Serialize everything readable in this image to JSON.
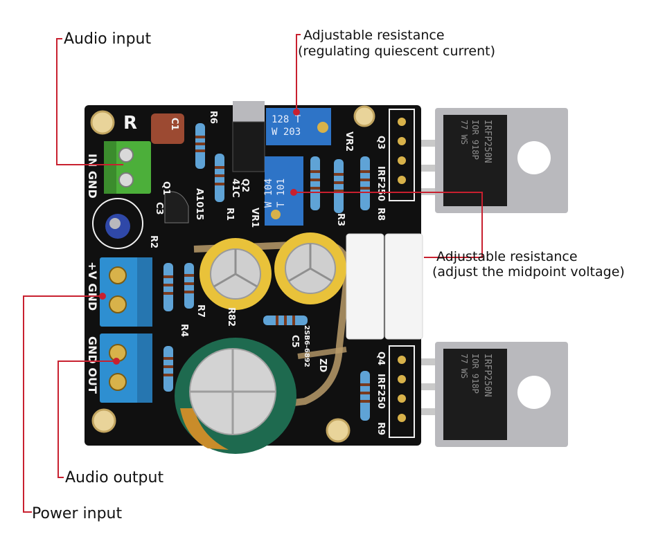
{
  "colors": {
    "callout_line": "#c8202f",
    "pcb": "#101010",
    "silkscreen": "#f2f2f2",
    "terminal_blue": "#2e8fd1",
    "terminal_green": "#4caf3a",
    "transistor_metal": "#b9b9bd",
    "cap_yellow": "#e9c23a",
    "cap_green": "#1e6a4f"
  },
  "callouts": {
    "audio_input": "Audio input",
    "quiescent_title": "Adjustable resistance",
    "quiescent_note": "(regulating quiescent current)",
    "midpoint_title": "Adjustable resistance",
    "midpoint_note": "(adjust the midpoint voltage)",
    "audio_output": "Audio output",
    "power_input": "Power input"
  },
  "board": {
    "silk": {
      "r_channel": "R",
      "in_gnd": "IN GND",
      "power_terminal": "+V GND",
      "output_terminal": "GND OUT",
      "r6": "R6",
      "c1": "C1",
      "c3": "C3",
      "q1": "Q1",
      "a1015": "A1015",
      "r1": "R1",
      "r2": "R2",
      "q2": "Q2",
      "q2_part": "41C",
      "vr1": "VR1",
      "vr2": "VR2",
      "r3": "R3",
      "r8": "R8",
      "q3": "Q3",
      "irf_top": "IRF250",
      "q4": "Q4",
      "irf_bottom": "IRF250",
      "r9": "R9",
      "r7": "R7",
      "r4": "R4",
      "r82": "R82",
      "c5": "C5",
      "zd": "ZD",
      "board_code": "2SB6-6892"
    },
    "trimmer_top": {
      "line1": "128 T",
      "line2": "W 203"
    },
    "trimmer_mid": {
      "line1": "W 104",
      "line2": "T 101"
    },
    "mosfet_top": {
      "line1": "IRFP250N",
      "line2": "IOR 918P",
      "line3": "77 WS"
    },
    "mosfet_bottom": {
      "line1": "IRFP250N",
      "line2": "IOR 918P",
      "line3": "77 WS"
    }
  }
}
